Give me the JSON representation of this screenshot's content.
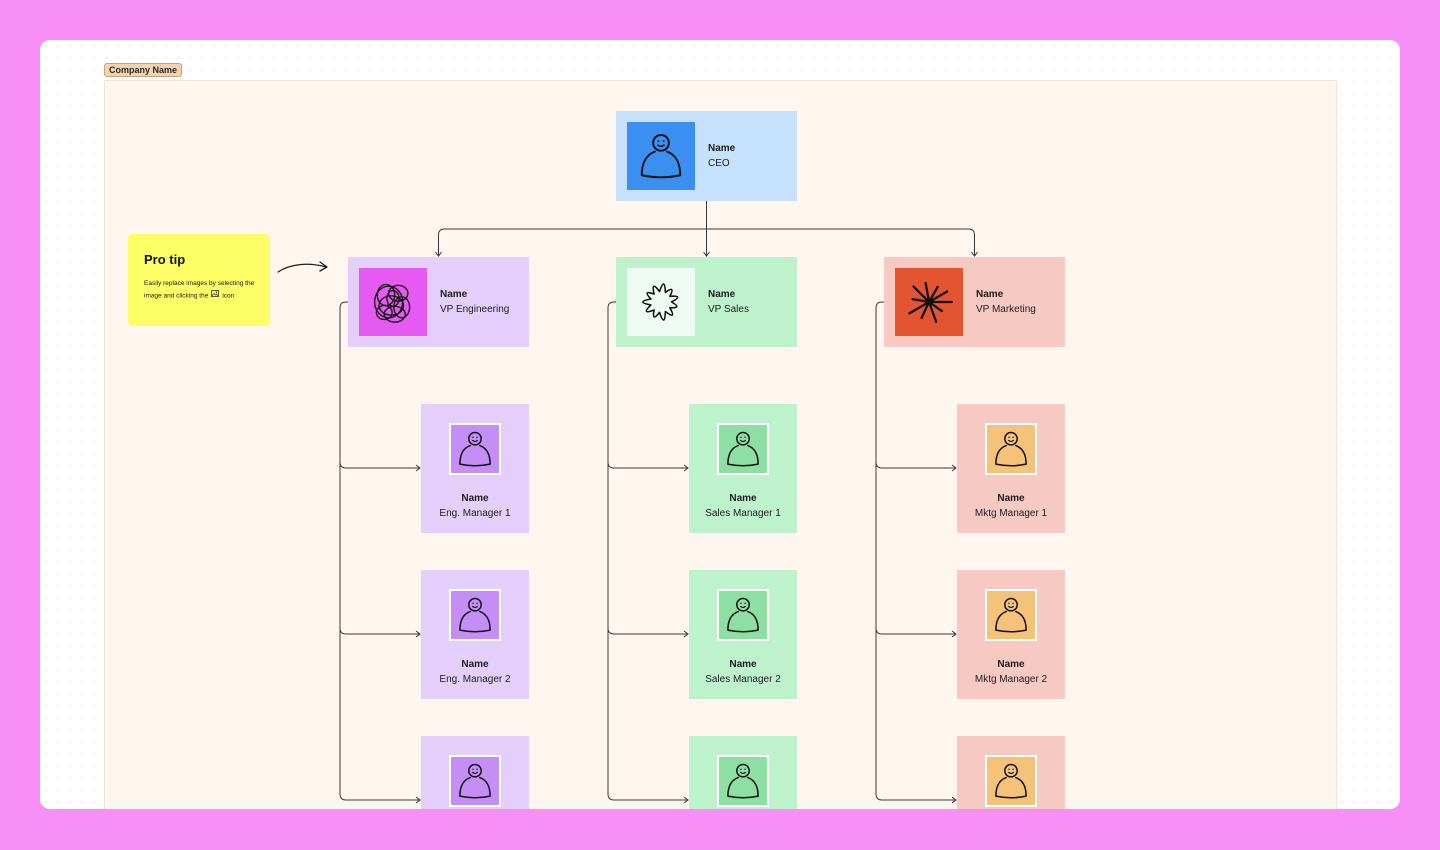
{
  "section_label": "Company Name",
  "pro_tip": {
    "title": "Pro tip",
    "body_before": "Easily replace images by selecting the image and clicking the",
    "body_after": "icon",
    "icon": "image-icon"
  },
  "ceo": {
    "name": "Name",
    "role": "CEO",
    "color": "#c6e1fb",
    "thumb_color": "#3a8ff0",
    "icon": "person-icon"
  },
  "vps": [
    {
      "name": "Name",
      "role": "VP Engineering",
      "color": "#e3cffa",
      "thumb_color": "#e55af0",
      "icon": "scribble-icon"
    },
    {
      "name": "Name",
      "role": "VP Sales",
      "color": "#bdf2cd",
      "thumb_color": "#eefaf2",
      "icon": "splat-icon"
    },
    {
      "name": "Name",
      "role": "VP Marketing",
      "color": "#f7c9c3",
      "thumb_color": "#e35430",
      "icon": "star-burst-icon"
    }
  ],
  "managers": [
    [
      {
        "name": "Name",
        "role": "Eng. Manager 1"
      },
      {
        "name": "Name",
        "role": "Eng. Manager 2"
      },
      {
        "name": "",
        "role": ""
      }
    ],
    [
      {
        "name": "Name",
        "role": "Sales Manager 1"
      },
      {
        "name": "Name",
        "role": "Sales Manager 2"
      },
      {
        "name": "",
        "role": ""
      }
    ],
    [
      {
        "name": "Name",
        "role": "Mktg Manager 1"
      },
      {
        "name": "Name",
        "role": "Mktg Manager 2"
      },
      {
        "name": "",
        "role": ""
      }
    ]
  ],
  "manager_colors": [
    {
      "card": "#e3cffa",
      "thumb": "#c48ef6",
      "icon": "person-icon"
    },
    {
      "card": "#bdf2cd",
      "thumb": "#8ddfa4",
      "icon": "person-icon"
    },
    {
      "card": "#f7c9c3",
      "thumb": "#f5c27a",
      "icon": "person-icon"
    }
  ],
  "line_color": "#3a3a3a"
}
